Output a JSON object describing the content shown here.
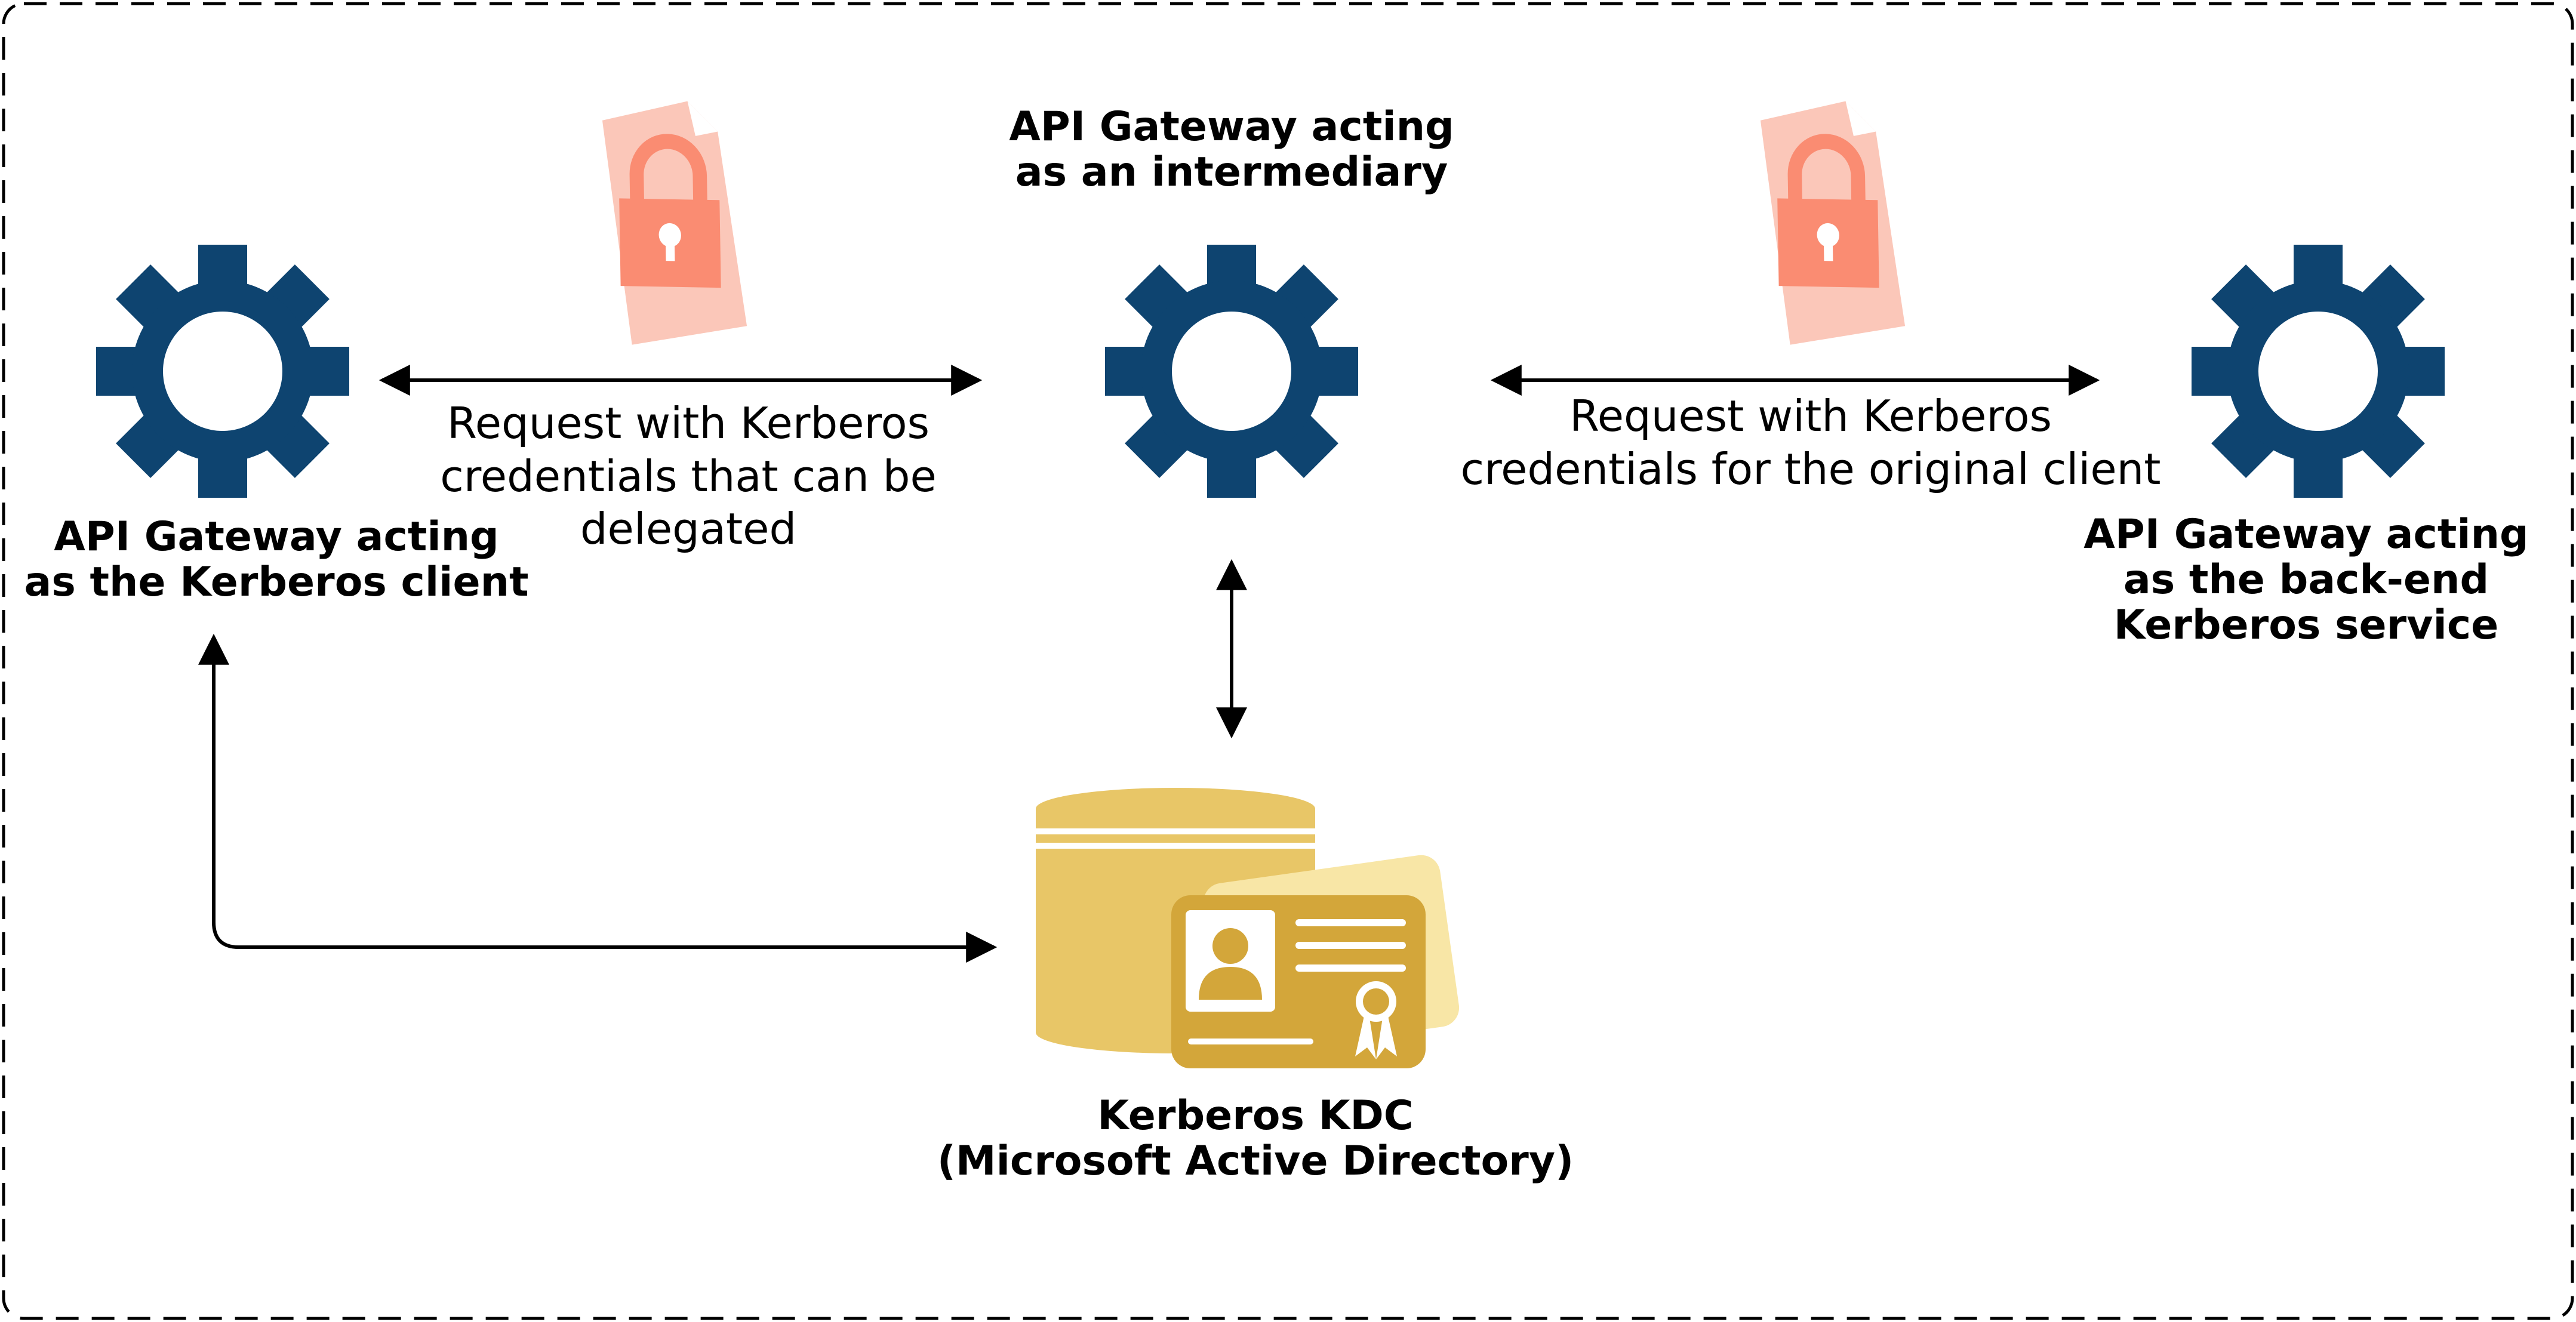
{
  "nodes": {
    "client": {
      "lines": [
        "API Gateway acting",
        "as the Kerberos client"
      ]
    },
    "intermediary": {
      "lines": [
        "API Gateway acting",
        "as an intermediary"
      ]
    },
    "backend": {
      "lines": [
        "API Gateway acting",
        "as the back-end",
        "Kerberos service"
      ]
    },
    "kdc": {
      "lines": [
        "Kerberos KDC",
        "(Microsoft Active Directory)"
      ]
    }
  },
  "edges": {
    "client_to_intermediary": {
      "lines": [
        "Request with Kerberos",
        "credentials that can be",
        "delegated"
      ]
    },
    "intermediary_to_backend": {
      "lines": [
        "Request with Kerberos",
        "credentials for the original client"
      ]
    }
  },
  "colors": {
    "gear": "#0e4470",
    "document_back": "#fbc7b9",
    "lock": "#fa8c72",
    "database": "#e8c667",
    "id_card": "#d3a63a",
    "id_card_back": "#f8e6a6",
    "border": "#000000"
  },
  "icons": {
    "gear": "gear-icon",
    "document": "locked-document-icon",
    "database": "database-icon",
    "id_card": "id-card-icon"
  }
}
